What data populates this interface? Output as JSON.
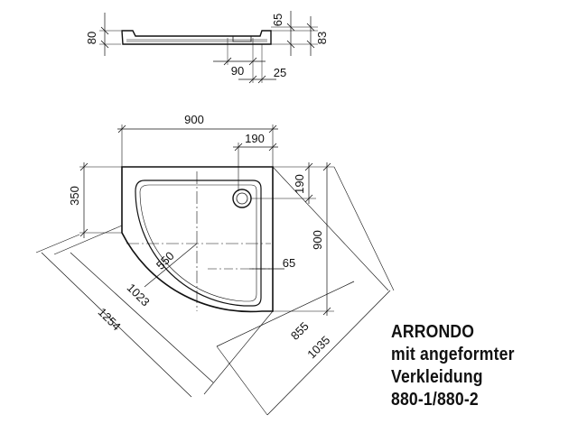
{
  "product": {
    "name": "ARRONDO",
    "line2": "mit angeformter",
    "line3": "Verkleidung",
    "model": "880-1/880-2"
  },
  "side_view": {
    "height": "80",
    "top_offset": "65",
    "overall_height": "83",
    "drain_width": "90",
    "edge_offset": "25"
  },
  "plan_view": {
    "width": "900",
    "drain_x": "190",
    "drain_y": "190",
    "depth": "900",
    "straight_depth": "350",
    "radius": "550",
    "rim": "65",
    "diagonal_inner": "1023",
    "diagonal_outer": "1254",
    "diagonal_depth_inner": "855",
    "diagonal_depth_outer": "1035"
  },
  "colors": {
    "line": "#111111",
    "fill": "#ffffff"
  }
}
